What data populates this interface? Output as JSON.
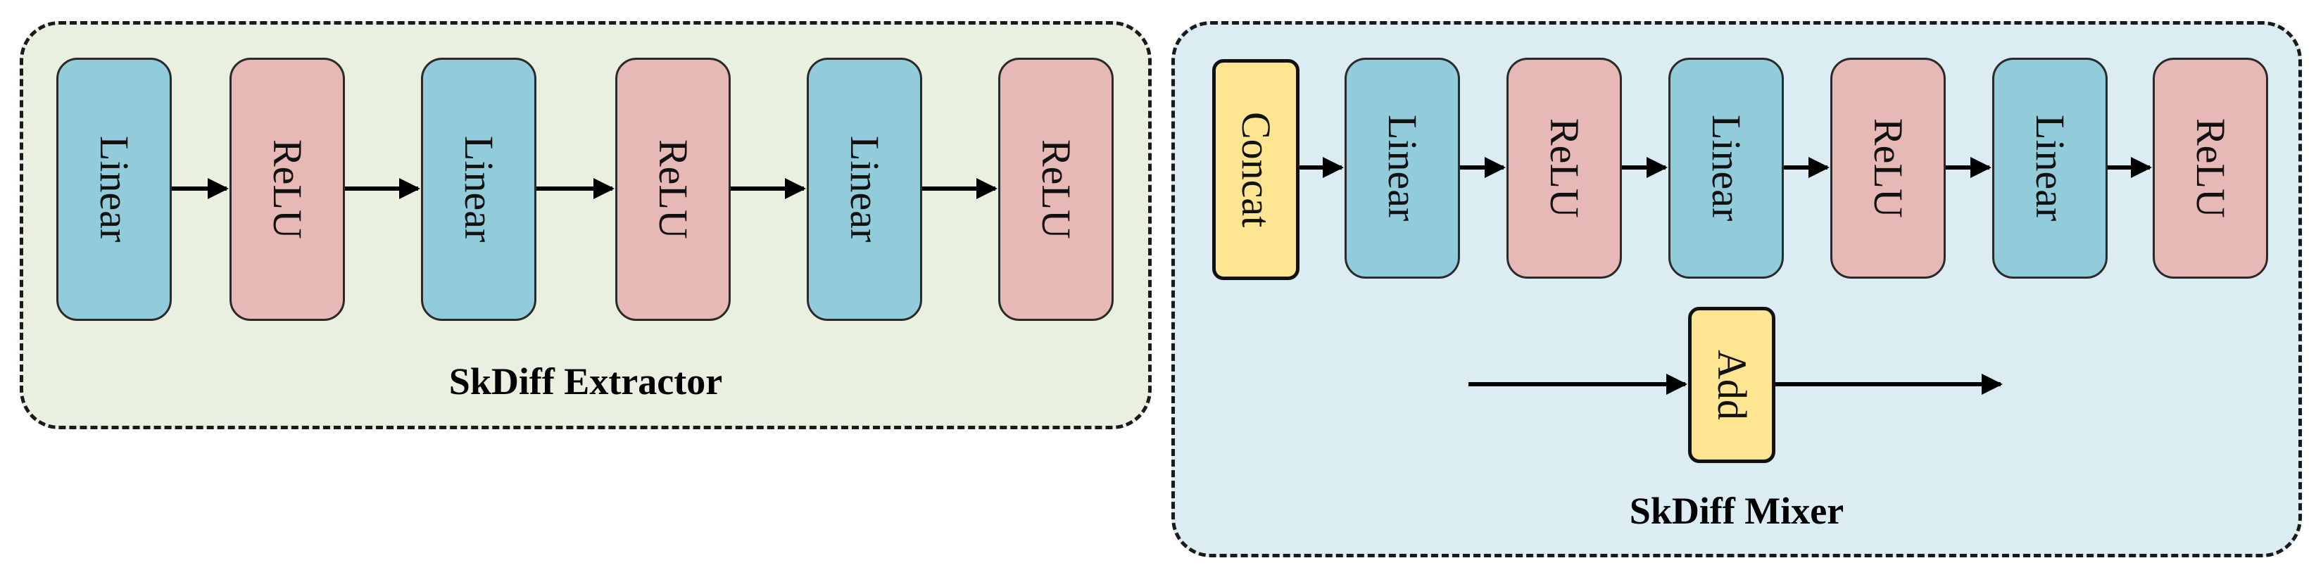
{
  "colors": {
    "extractor_bg": "#e9f0df",
    "mixer_bg": "#dbedf3",
    "linear": "#92ccdb",
    "relu": "#e6b8b6",
    "op": "#fde592"
  },
  "extractor": {
    "title": "SkDiff Extractor",
    "blocks": [
      {
        "label": "Linear",
        "kind": "linear"
      },
      {
        "label": "ReLU",
        "kind": "relu"
      },
      {
        "label": "Linear",
        "kind": "linear"
      },
      {
        "label": "ReLU",
        "kind": "relu"
      },
      {
        "label": "Linear",
        "kind": "linear"
      },
      {
        "label": "ReLU",
        "kind": "relu"
      }
    ]
  },
  "mixer": {
    "title": "SkDiff Mixer",
    "concat": {
      "label": "Concat",
      "kind": "op"
    },
    "blocks": [
      {
        "label": "Linear",
        "kind": "linear"
      },
      {
        "label": "ReLU",
        "kind": "relu"
      },
      {
        "label": "Linear",
        "kind": "linear"
      },
      {
        "label": "ReLU",
        "kind": "relu"
      },
      {
        "label": "Linear",
        "kind": "linear"
      },
      {
        "label": "ReLU",
        "kind": "relu"
      }
    ],
    "add": {
      "label": "Add",
      "kind": "op"
    }
  }
}
